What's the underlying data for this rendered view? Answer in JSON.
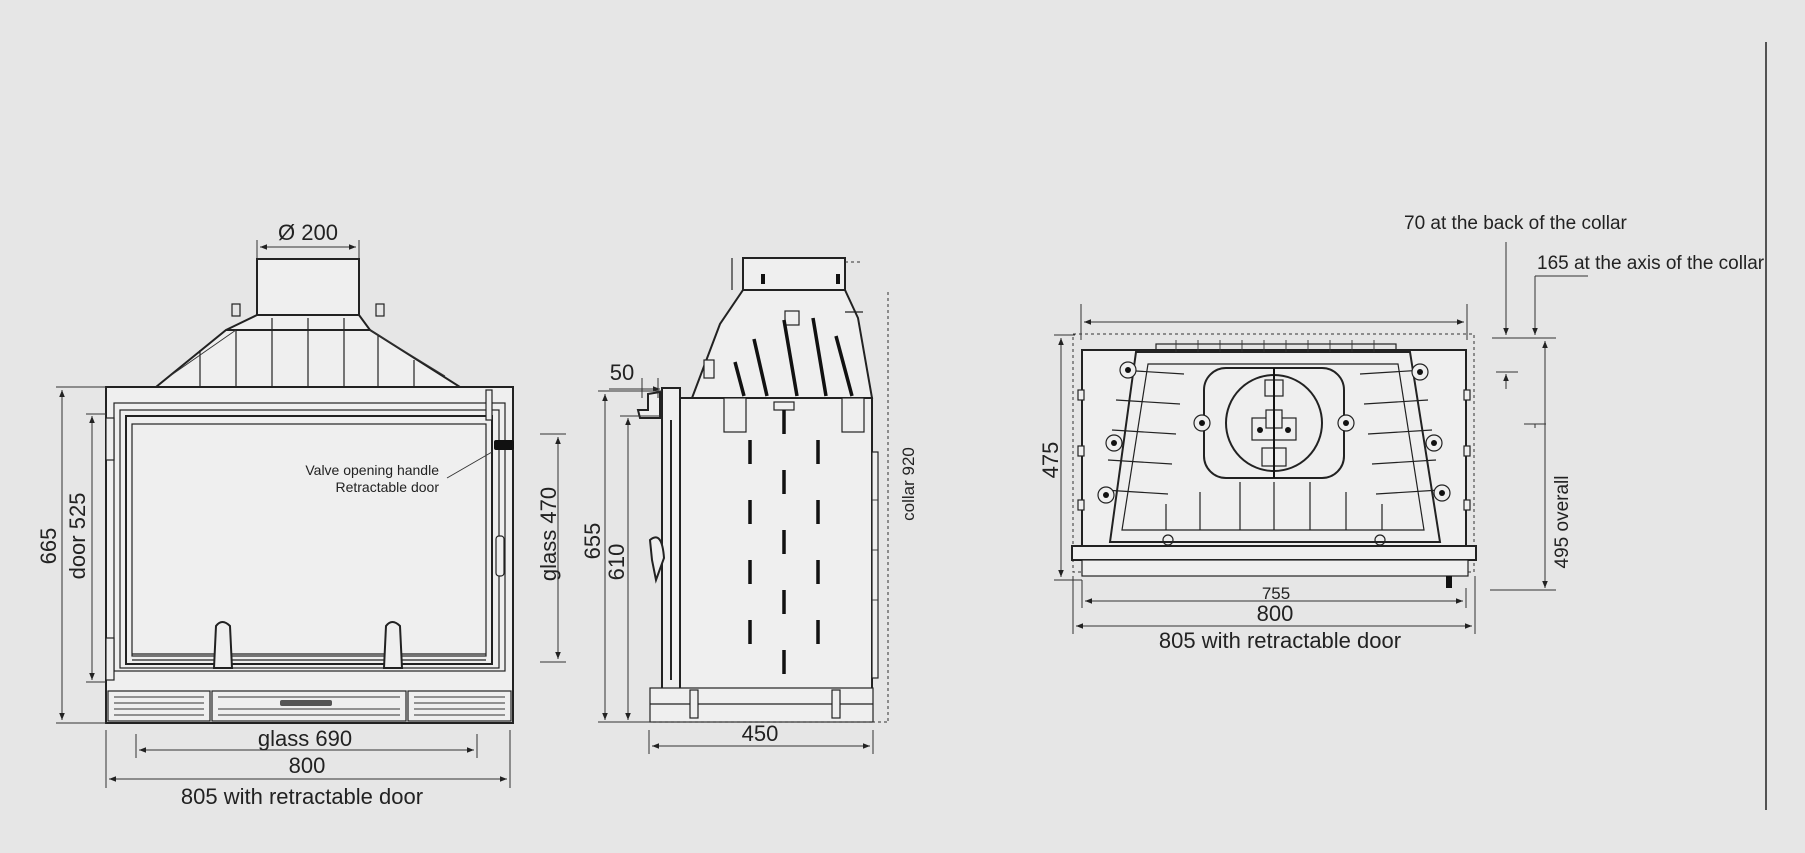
{
  "front_view": {
    "collar_diameter": "Ø 200",
    "overall_height": "665",
    "door_height": "door  525",
    "glass_height": "glass  470",
    "glass_width": "glass 690",
    "width": "800",
    "width_with_door": "805 with retractable door",
    "note_valve": "Valve opening handle",
    "note_door": "Retractable door"
  },
  "side_view": {
    "door_depth": "50",
    "height": "655",
    "inner_height": "610",
    "collar_height": "collar 920",
    "depth": "450"
  },
  "top_view": {
    "back_of_collar": "70 at the back of the collar",
    "axis_of_collar": "165 at the axis of the collar",
    "depth": "475",
    "overall": "495 overall",
    "inner_width": "755",
    "width": "800",
    "width_with_door": "805 with retractable door"
  }
}
